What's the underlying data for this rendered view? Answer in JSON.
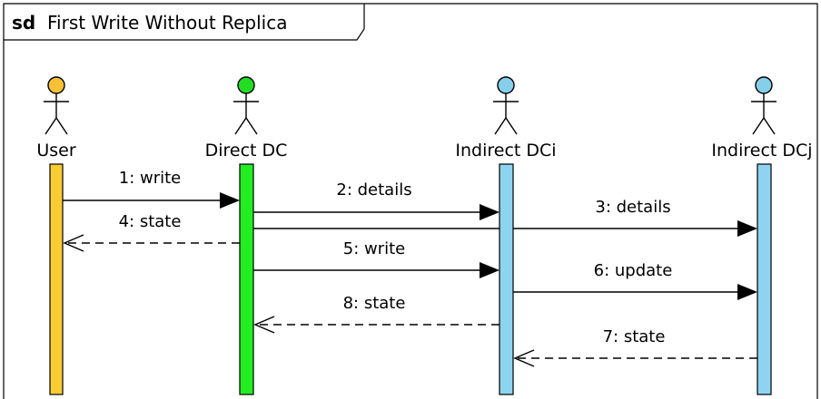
{
  "frame": {
    "keyword": "sd",
    "title": "First Write Without Replica"
  },
  "actors": [
    {
      "id": "user",
      "label": "User",
      "head_color": "#f7c136",
      "bar_color": "#f9cc33"
    },
    {
      "id": "direct",
      "label": "Direct DC",
      "head_color": "#22dd22",
      "bar_color": "#22ee22"
    },
    {
      "id": "dci",
      "label": "Indirect DCi",
      "head_color": "#87ceeb",
      "bar_color": "#8ed4f0"
    },
    {
      "id": "dcj",
      "label": "Indirect DCj",
      "head_color": "#87ceeb",
      "bar_color": "#8ed4f0"
    }
  ],
  "messages": [
    {
      "label": "1: write",
      "from": "user",
      "to": "direct",
      "style": "sync"
    },
    {
      "label": "4: state",
      "from": "direct",
      "to": "user",
      "style": "return"
    },
    {
      "label": "2: details",
      "from": "direct",
      "to": "dci",
      "style": "sync"
    },
    {
      "label": "3: details",
      "from": "direct",
      "to": "dcj",
      "style": "sync"
    },
    {
      "label": "5: write",
      "from": "direct",
      "to": "dci",
      "style": "sync"
    },
    {
      "label": "6: update",
      "from": "dci",
      "to": "dcj",
      "style": "sync"
    },
    {
      "label": "8: state",
      "from": "dci",
      "to": "direct",
      "style": "return"
    },
    {
      "label": "7: state",
      "from": "dcj",
      "to": "dci",
      "style": "return"
    }
  ]
}
